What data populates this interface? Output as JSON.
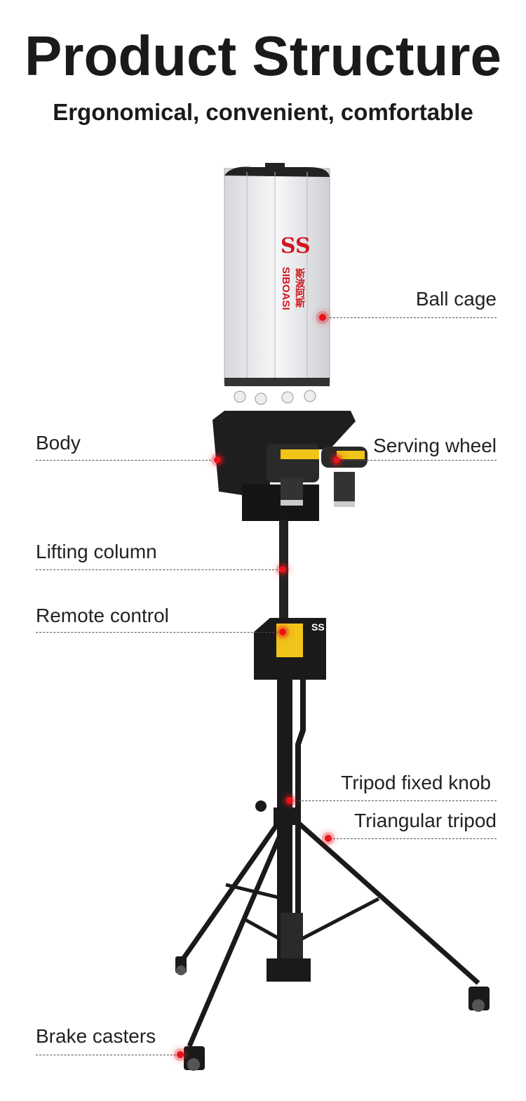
{
  "header": {
    "title": "Product Structure",
    "subtitle": "Ergonomical, convenient, comfortable"
  },
  "brand": {
    "logo": "SS",
    "name": "SIBOASI",
    "chinese": "斯波阿斯"
  },
  "parts": [
    {
      "label": "Ball cage"
    },
    {
      "label": "Body"
    },
    {
      "label": "Serving wheel"
    },
    {
      "label": "Lifting column"
    },
    {
      "label": "Remote control"
    },
    {
      "label": "Tripod fixed knob"
    },
    {
      "label": "Triangular tripod"
    },
    {
      "label": "Brake casters"
    }
  ],
  "colors": {
    "marker": "#e8141c",
    "brand": "#d0161e"
  }
}
